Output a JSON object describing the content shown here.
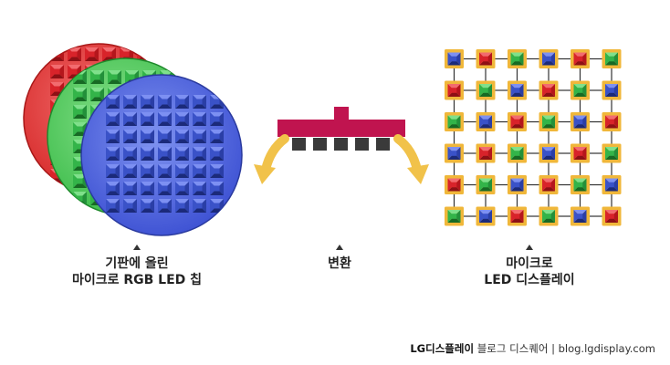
{
  "captions": {
    "left_line1": "기판에 올린",
    "left_line2": "마이크로 RGB LED 칩",
    "middle": "변환",
    "right_line1": "마이크로",
    "right_line2": "LED 디스플레이"
  },
  "footer": {
    "brand": "LG디스플레이",
    "blog_name": "블로그 디스퀘어",
    "separator": "|",
    "url": "blog.lgdisplay.com"
  },
  "colors": {
    "red": "#d8232a",
    "green": "#33b449",
    "blue": "#3a52c8",
    "connector": "#f0b73a",
    "arrow": "#f1c24a",
    "stamp": "#c0144f",
    "stamp_tips": "#3a3a3a"
  },
  "display_grid": [
    [
      "blue",
      "red",
      "green",
      "blue",
      "red",
      "green"
    ],
    [
      "red",
      "green",
      "blue",
      "red",
      "green",
      "blue"
    ],
    [
      "green",
      "blue",
      "red",
      "green",
      "blue",
      "red"
    ],
    [
      "blue",
      "red",
      "green",
      "blue",
      "red",
      "green"
    ],
    [
      "red",
      "green",
      "blue",
      "red",
      "green",
      "blue"
    ],
    [
      "green",
      "blue",
      "red",
      "green",
      "blue",
      "red"
    ]
  ]
}
